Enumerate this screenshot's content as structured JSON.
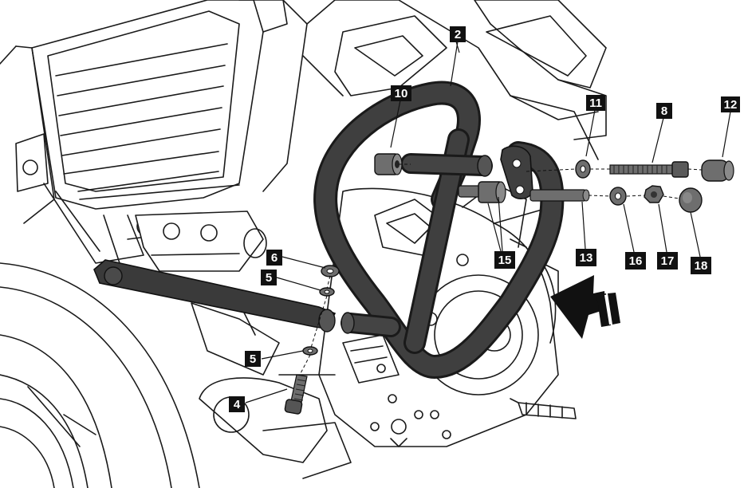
{
  "diagram": {
    "callouts": [
      {
        "id": "c2",
        "label": "2"
      },
      {
        "id": "c10",
        "label": "10"
      },
      {
        "id": "c11",
        "label": "11"
      },
      {
        "id": "c8",
        "label": "8"
      },
      {
        "id": "c12",
        "label": "12"
      },
      {
        "id": "c6",
        "label": "6"
      },
      {
        "id": "c5a",
        "label": "5"
      },
      {
        "id": "c5b",
        "label": "5"
      },
      {
        "id": "c4",
        "label": "4"
      },
      {
        "id": "c15",
        "label": "15"
      },
      {
        "id": "c13",
        "label": "13"
      },
      {
        "id": "c16",
        "label": "16"
      },
      {
        "id": "c17",
        "label": "17"
      },
      {
        "id": "c18",
        "label": "18"
      }
    ],
    "colors": {
      "line": "#1a1a1a",
      "guard_fill": "#3a3a3a",
      "part_fill": "#6e6e6e",
      "callout_bg": "#111111",
      "callout_text": "#ffffff"
    },
    "icons": [
      "direction-arrow-icon"
    ]
  }
}
